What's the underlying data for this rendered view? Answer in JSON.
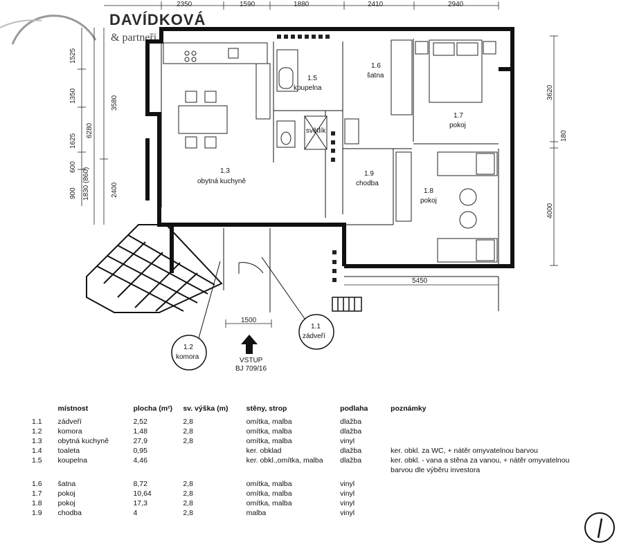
{
  "brand": {
    "name": "DAVÍDKOVÁ",
    "sub": "& partneři"
  },
  "dimensions_top": [
    "2350",
    "1590",
    "1880",
    "2410",
    "2940"
  ],
  "dimensions_left_outer": [
    "1525",
    "1350",
    "1625",
    "600",
    "900"
  ],
  "dimensions_left_inner": [
    "6280",
    "1830 (860)"
  ],
  "dimensions_left_mid": [
    "3580",
    "2400"
  ],
  "dimensions_right": [
    "3620",
    "180",
    "4000"
  ],
  "dimension_bottom_right": "5450",
  "dimension_entry": "1500",
  "rooms": {
    "r13": {
      "num": "1.3",
      "name": "obytná kuchyně"
    },
    "r15": {
      "num": "1.5",
      "name": "koupelna"
    },
    "r14": {
      "name": "světlík"
    },
    "r16": {
      "num": "1.6",
      "name": "šatna"
    },
    "r17": {
      "num": "1.7",
      "name": "pokoj"
    },
    "r19": {
      "num": "1.9",
      "name": "chodba"
    },
    "r18": {
      "num": "1.8",
      "name": "pokoj"
    },
    "r12": {
      "num": "1.2",
      "name": "komora"
    },
    "r11": {
      "num": "1.1",
      "name": "zádveří"
    }
  },
  "entrance": {
    "label": "VSTUP",
    "code": "BJ 709/16"
  },
  "table": {
    "headers": [
      "místnost",
      "plocha (m²)",
      "sv. výška (m)",
      "stěny, strop",
      "podlaha",
      "poznámky"
    ],
    "rows": [
      {
        "id": "1.1",
        "name": "zádveří",
        "area": "2,52",
        "height": "2,8",
        "walls": "omítka, malba",
        "floor": "dlažba",
        "note": ""
      },
      {
        "id": "1.2",
        "name": "komora",
        "area": "1,48",
        "height": "2,8",
        "walls": "omítka, malba",
        "floor": "dlažba",
        "note": ""
      },
      {
        "id": "1.3",
        "name": "obytná kuchyně",
        "area": "27,9",
        "height": "2,8",
        "walls": "omítka, malba",
        "floor": "vinyl",
        "note": ""
      },
      {
        "id": "1.4",
        "name": "toaleta",
        "area": "0,95",
        "height": "",
        "walls": "ker. obklad",
        "floor": "dlažba",
        "note": "ker. obkl. za WC, + nátěr omyvatelnou barvou"
      },
      {
        "id": "1.5",
        "name": "koupelna",
        "area": "4,46",
        "height": "",
        "walls": "ker. obkl.,omítka, malba",
        "floor": "dlažba",
        "note": "ker. obkl. - vana a stěna za vanou, + nátěr omyvatelnou barvou dle výběru investora"
      },
      {
        "id": "1.6",
        "name": "šatna",
        "area": "8,72",
        "height": "2,8",
        "walls": "omítka, malba",
        "floor": "vinyl",
        "note": ""
      },
      {
        "id": "1.7",
        "name": "pokoj",
        "area": "10,64",
        "height": "2,8",
        "walls": "omítka, malba",
        "floor": "vinyl",
        "note": ""
      },
      {
        "id": "1.8",
        "name": "pokoj",
        "area": "17,3",
        "height": "2,8",
        "walls": "omítka, malba",
        "floor": "vinyl",
        "note": ""
      },
      {
        "id": "1.9",
        "name": "chodba",
        "area": "4",
        "height": "2,8",
        "walls": "malba",
        "floor": "vinyl",
        "note": ""
      }
    ]
  },
  "icons": {
    "north": "north-arrow-icon",
    "entrance": "entrance-arrow-icon"
  }
}
